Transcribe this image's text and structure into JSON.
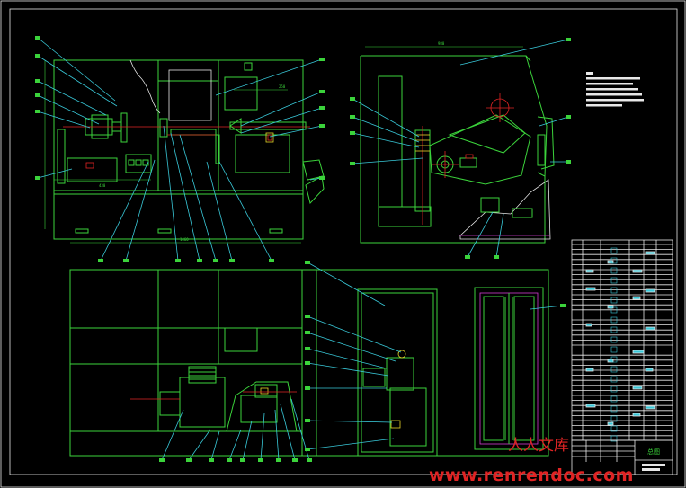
{
  "drawing": {
    "type": "CAD mechanical assembly drawing",
    "colors": {
      "background": "#000000",
      "outline": "#3bd33b",
      "frame": "#e8e8e8",
      "leader": "#39c9d9",
      "centerline": "#e02424",
      "hatch": "#e8e8e8",
      "accent_yellow": "#e6d42a",
      "accent_magenta": "#d23cd2"
    },
    "title_block": {
      "name": "总图"
    },
    "watermark": {
      "chinese": "人人文库",
      "url": "www.renrendoc.com"
    }
  }
}
